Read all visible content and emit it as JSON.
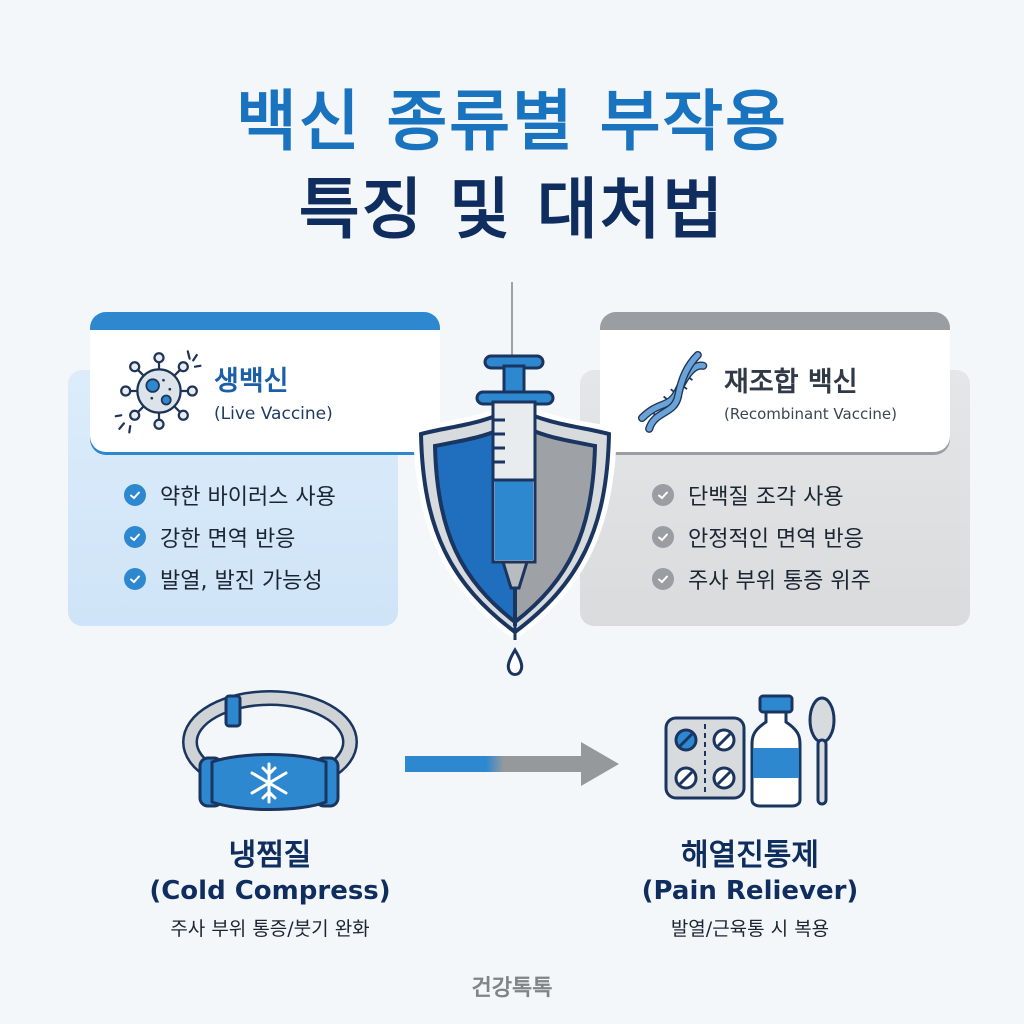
{
  "title": {
    "line1": "백신 종류별 부작용",
    "line2": "특징 및 대처법"
  },
  "colors": {
    "primary_blue": "#1a73bf",
    "navy": "#0f2d5e",
    "accent_blue": "#2d88d0",
    "gray": "#9a9ea2",
    "background": "#f3f7fa"
  },
  "live_vaccine": {
    "icon": "virus-icon",
    "title_ko": "생백신",
    "title_en": "(Live Vaccine)",
    "bullets": [
      "약한 바이러스 사용",
      "강한 면역 반응",
      "발열, 발진 가능성"
    ]
  },
  "recombinant_vaccine": {
    "icon": "dna-icon",
    "title_ko": "재조합 백신",
    "title_en": "(Recombinant Vaccine)",
    "bullets": [
      "단백질 조각 사용",
      "안정적인 면역 반응",
      "주사 부위 통증 위주"
    ]
  },
  "center": {
    "icon": "syringe-shield-icon"
  },
  "remedies": {
    "cold_compress": {
      "icon": "ice-pack-icon",
      "title_ko": "냉찜질",
      "title_en": "(Cold Compress)",
      "desc": "주사 부위 통증/붓기 완화"
    },
    "pain_reliever": {
      "icon": "medicine-icon",
      "title_ko": "해열진통제",
      "title_en": "(Pain Reliever)",
      "desc": "발열/근육통 시 복용"
    }
  },
  "footer": {
    "brand": "건강톡톡"
  }
}
